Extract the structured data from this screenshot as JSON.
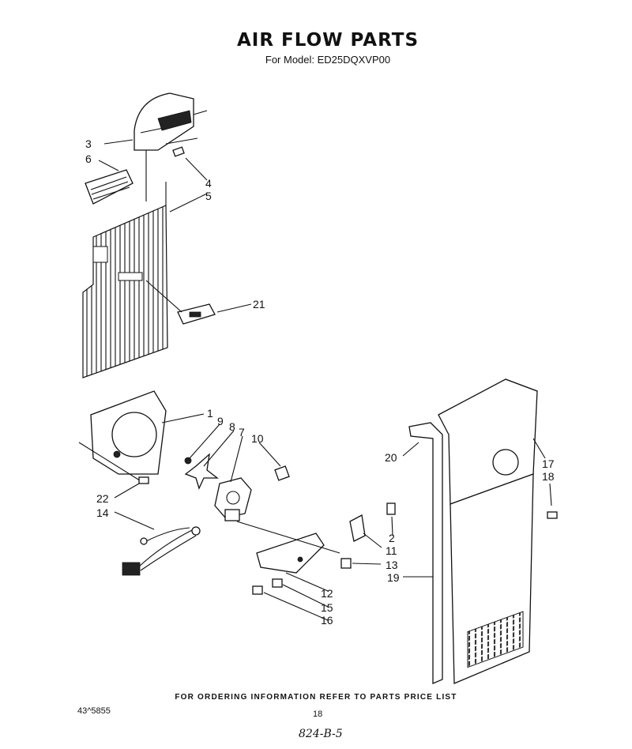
{
  "title": "AIR FLOW PARTS",
  "subtitle": "For Model: ED25DQXVP00",
  "footer_note": "FOR ORDERING INFORMATION REFER TO PARTS PRICE LIST",
  "doc_number": "43^5855",
  "page_number": "18",
  "handwritten_note": "824-B-5",
  "callouts": [
    "3",
    "6",
    "4",
    "5",
    "21",
    "1",
    "9",
    "8",
    "7",
    "10",
    "22",
    "14",
    "20",
    "17",
    "18",
    "2",
    "11",
    "13",
    "12",
    "15",
    "16",
    "19"
  ]
}
